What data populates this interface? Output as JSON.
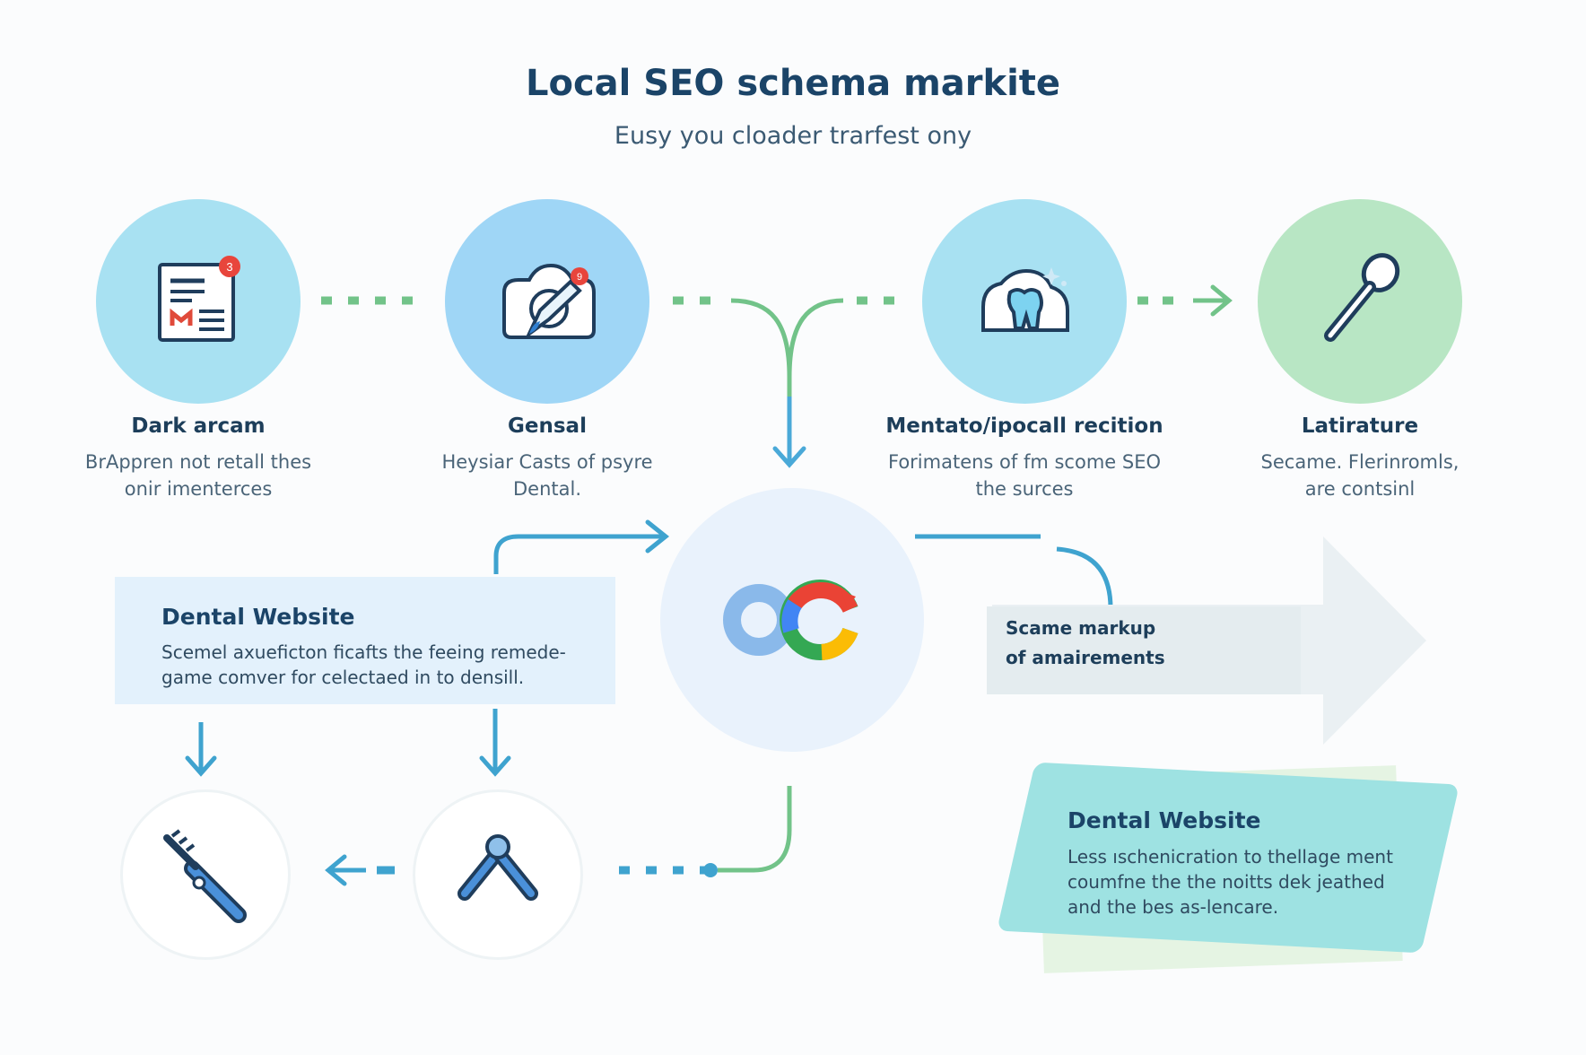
{
  "header": {
    "title": "Local SEO schema markite",
    "subtitle": "Eusy you cloader trarfest ony"
  },
  "steps": [
    {
      "label": "Dark arcam",
      "desc_line1": "BrAppren not retall thes",
      "desc_line2": "onir imenterces",
      "badge": "3",
      "icon": "document-icon"
    },
    {
      "label": "Gensal",
      "desc_line1": "Heysiar Casts of psyre",
      "desc_line2": "Dental.",
      "badge": "9",
      "icon": "photo-edit-icon"
    },
    {
      "label": "Mentato/ipocall recition",
      "desc_line1": "Forimatens of fm scome SEO",
      "desc_line2": "the surces",
      "icon": "tooth-icon"
    },
    {
      "label": "Latirature",
      "desc_line1": "Secame. Flerinromls,",
      "desc_line2": "are contsinl",
      "icon": "dental-mirror-icon"
    }
  ],
  "hub": {
    "icon": "google-logo-icon"
  },
  "card_left": {
    "title": "Dental Website",
    "line1": "Scemel axueficton ficafts the feeing remede-",
    "line2": "game comver for celectaed in to densill."
  },
  "arrow_panel": {
    "line1": "Scame markup",
    "line2": "of amairements"
  },
  "card_right": {
    "title": "Dental Website",
    "line1": "Less ıschenicration to thellage ment",
    "line2": "coumfne the the noitts dek jeathed",
    "line3": "and the bes as-lencare."
  },
  "tools": [
    {
      "icon": "toothbrush-icon"
    },
    {
      "icon": "dental-tool-icon"
    }
  ],
  "colors": {
    "title": "#1b4468",
    "circle_blue": "#a8e1f2",
    "circle_light": "#a0d8f5",
    "circle_green": "#b8e6c4",
    "connector_green": "#72c389",
    "connector_blue": "#4aa9d8",
    "card_left_bg": "#e3f1fc",
    "card_right_bg": "#9ee2e2"
  }
}
